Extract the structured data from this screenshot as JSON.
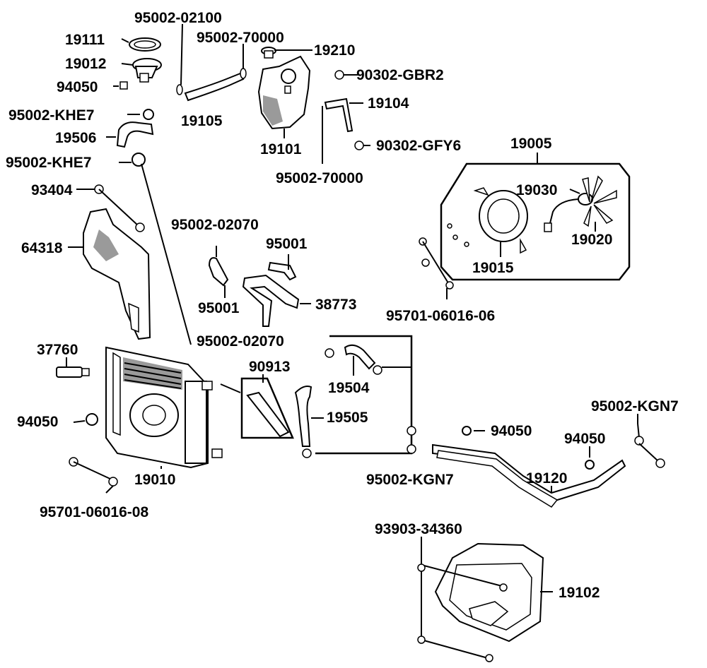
{
  "diagram": {
    "labels": {
      "p95002_02100": "95002-02100",
      "p19111": "19111",
      "p95002_70000_top": "95002-70000",
      "p19210": "19210",
      "p19012": "19012",
      "p90302_gbr2": "90302-GBR2",
      "p94050_a": "94050",
      "p19104": "19104",
      "p95002_khe7_a": "95002-KHE7",
      "p19105": "19105",
      "p19506": "19506",
      "p90302_gfy6": "90302-GFY6",
      "p19101": "19101",
      "p19005": "19005",
      "p95002_khe7_b": "95002-KHE7",
      "p95002_70000_mid": "95002-70000",
      "p19030": "19030",
      "p93404": "93404",
      "p95002_02070_a": "95002-02070",
      "p19020": "19020",
      "p95001_a": "95001",
      "p64318": "64318",
      "p19015": "19015",
      "p95001_b": "95001",
      "p38773": "38773",
      "p95701_06016_06": "95701-06016-06",
      "p95002_02070_b": "95002-02070",
      "p37760": "37760",
      "p90913": "90913",
      "p19504": "19504",
      "p95002_kgn7_a": "95002-KGN7",
      "p19505": "19505",
      "p94050_b": "94050",
      "p94050_c": "94050",
      "p94050_d": "94050",
      "p19010": "19010",
      "p95002_kgn7_b": "95002-KGN7",
      "p19120": "19120",
      "p95701_06016_08": "95701-06016-08",
      "p93903_34360": "93903-34360",
      "p19102": "19102"
    }
  }
}
